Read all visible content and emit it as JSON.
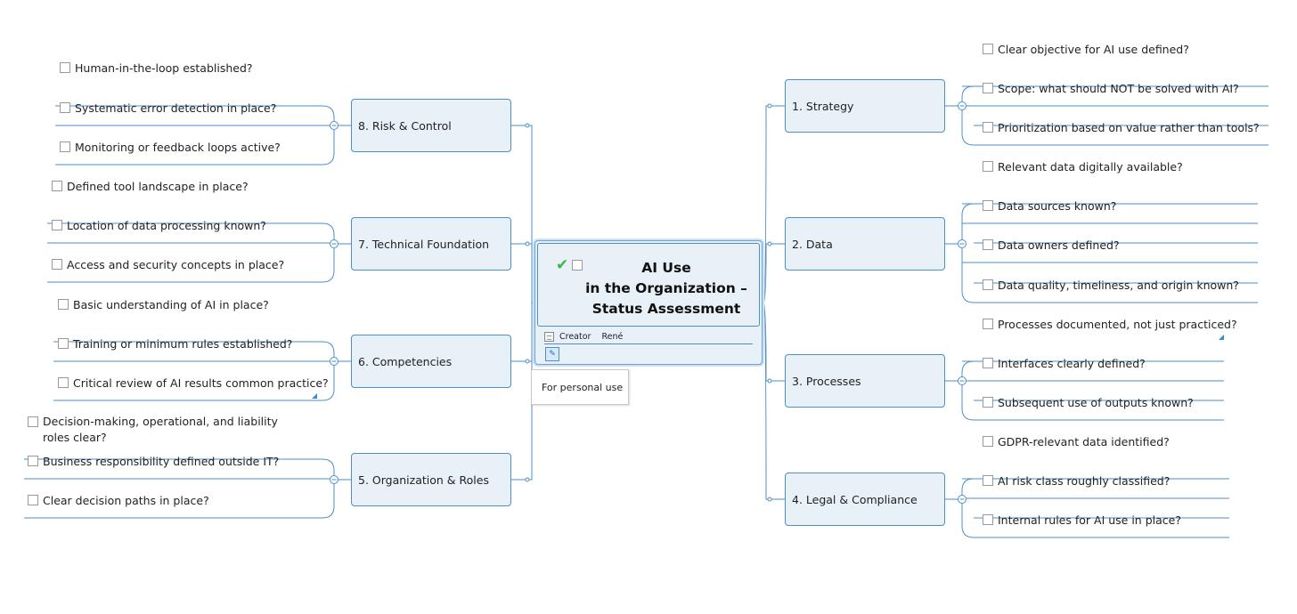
{
  "central": {
    "title_line1": "AI Use",
    "title_line2": "in the Organization –",
    "title_line3": "Status Assessment",
    "check_icon": "✔",
    "meta_key": "Creator",
    "meta_value": "René"
  },
  "callout": "For personal use",
  "colors": {
    "border": "#4d8fc9",
    "fill": "#e8f0f8",
    "check": "#39b54a"
  },
  "topics": [
    {
      "label": "1. Strategy",
      "items": [
        "Clear objective for AI use defined?",
        "Scope: what should NOT be solved with AI?",
        "Prioritization based on value rather than tools?"
      ]
    },
    {
      "label": "2. Data",
      "items": [
        "Relevant data digitally available?",
        "Data sources known?",
        "Data owners defined?",
        "Data quality, timeliness, and origin known?"
      ]
    },
    {
      "label": "3. Processes",
      "items": [
        "Processes documented, not just practiced?",
        "Interfaces clearly defined?",
        "Subsequent use of outputs known?"
      ]
    },
    {
      "label": "4. Legal & Compliance",
      "items": [
        "GDPR-relevant data identified?",
        "AI risk class roughly classified?",
        "Internal rules for AI use in place?"
      ]
    },
    {
      "label": "5. Organization & Roles",
      "items": [
        "Decision-making, operational, and liability roles clear?",
        "Business responsibility defined outside IT?",
        "Clear decision paths in place?"
      ]
    },
    {
      "label": "6. Competencies",
      "items": [
        "Basic understanding of AI in place?",
        "Training or minimum rules established?",
        "Critical review of AI results common practice?"
      ]
    },
    {
      "label": "7. Technical Foundation",
      "items": [
        "Defined tool landscape in place?",
        "Location of data processing known?",
        "Access and security concepts in place?"
      ]
    },
    {
      "label": "8. Risk & Control",
      "items": [
        "Human-in-the-loop established?",
        "Systematic error detection in place?",
        "Monitoring or feedback loops active?"
      ]
    }
  ]
}
